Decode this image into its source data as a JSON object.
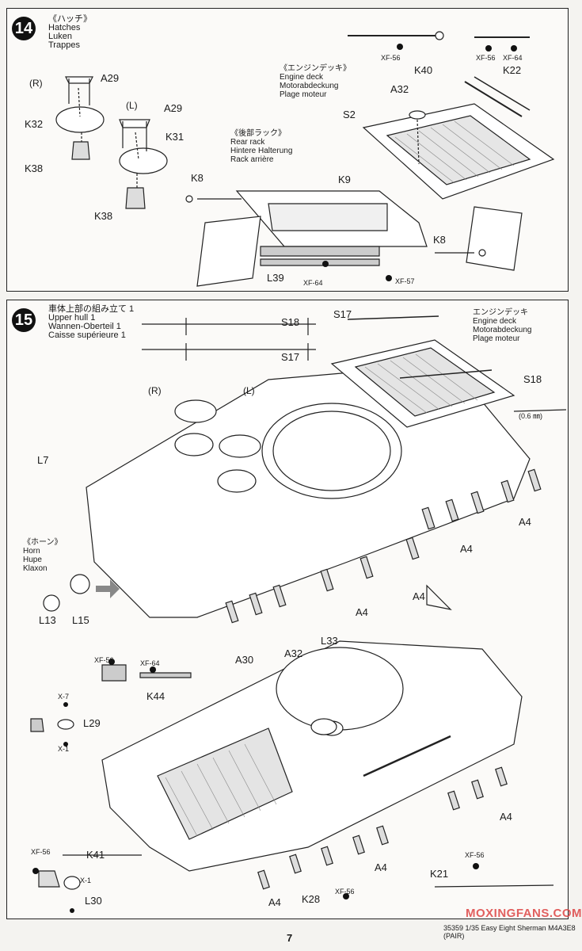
{
  "step14": {
    "number": "14",
    "title": [
      "《ハッチ》",
      "Hatches",
      "Luken",
      "Trappes"
    ],
    "right_hatch_marker": "(R)",
    "left_hatch_marker": "(L)",
    "parts": {
      "A29_r": "A29",
      "K32": "K32",
      "K38_r": "K38",
      "A29_l": "A29",
      "K31": "K31",
      "K38_l": "K38",
      "K8_left": "K8",
      "K9": "K9",
      "K8_right": "K8",
      "L39": "L39",
      "A32": "A32",
      "S2": "S2",
      "K40": "K40",
      "K22": "K22"
    },
    "rear_rack": [
      "《後部ラック》",
      "Rear rack",
      "Hintere Halterung",
      "Rack arrière"
    ],
    "engine_deck": [
      "《エンジンデッキ》",
      "Engine deck",
      "Motorabdeckung",
      "Plage moteur"
    ],
    "paints": {
      "rack_1": "XF-64",
      "rack_2": "XF-57",
      "deck_1": "XF-56",
      "deck_2": "XF-56",
      "deck_3": "XF-64"
    }
  },
  "step15": {
    "number": "15",
    "title": [
      "車体上部の組み立て 1",
      "Upper hull 1",
      "Wannen-Oberteil 1",
      "Caisse supérieure 1"
    ],
    "engine_deck": [
      "エンジンデッキ",
      "Engine deck",
      "Motorabdeckung",
      "Plage moteur"
    ],
    "horn": [
      "《ホーン》",
      "Horn",
      "Hupe",
      "Klaxon"
    ],
    "right_hatch_marker": "(R)",
    "left_hatch_marker": "(L)",
    "wire_size": "(0.6 ㎜)",
    "parts": {
      "S18_top": "S18",
      "S17_top": "S17",
      "S17_deck": "S17",
      "S18_deck": "S18",
      "L7": "L7",
      "L13": "L13",
      "L15": "L15",
      "A4_1": "A4",
      "A4_2": "A4",
      "A4_3": "A4",
      "A4_4": "A4",
      "A30": "A30",
      "A32": "A32",
      "L33": "L33",
      "K44": "K44",
      "L29": "L29",
      "K41": "K41",
      "L30": "L30",
      "K21": "K21",
      "K28": "K28",
      "A4_5": "A4",
      "A4_6": "A4",
      "A4_7": "A4"
    },
    "paints": {
      "axe_1": "XF-56",
      "axe_2": "XF-64",
      "light_1": "X-7",
      "light_2": "X-1",
      "k41": "XF-56",
      "l30": "X-1",
      "k21": "XF-56",
      "k28": "XF-56"
    }
  },
  "footer": {
    "page_number": "7",
    "code": "35359 1/35 Easy Eight Sherman M4A3E8 (PAIR)",
    "watermark": "MOXINGFANS.COM"
  }
}
